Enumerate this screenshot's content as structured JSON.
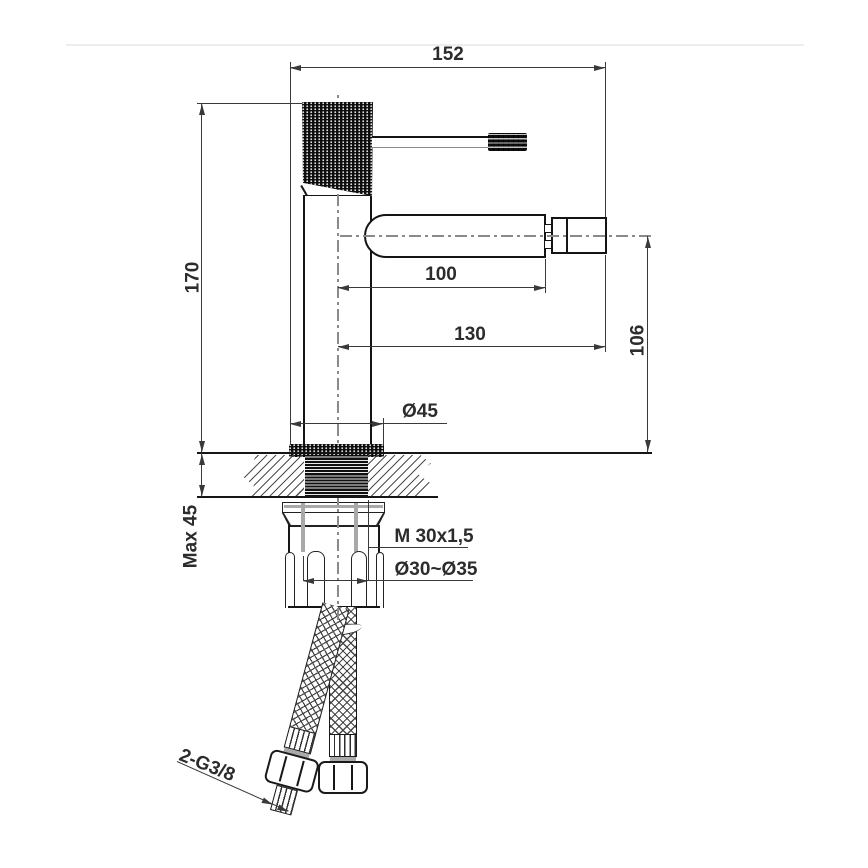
{
  "drawing": {
    "subject": "bidet-mixer-faucet-dimensional-drawing",
    "view": "side-elevation-with-installation-section"
  },
  "labels": {
    "overall_width": "152",
    "body_height": "170",
    "spout_center_reach": "100",
    "spout_total_reach": "130",
    "spout_height": "106",
    "base_diameter": "Ø45",
    "max_deck_thickness": "Max 45",
    "shank_thread": "M 30x1,5",
    "mounting_hole": "Ø30~Ø35",
    "hose_threads": "2-G3/8"
  },
  "colors": {
    "background": "#ffffff",
    "object_line": "#161616",
    "dimension_line": "#3a3a3a",
    "hidden_line_gray": "#a9a9a9",
    "text": "#2c2c2c"
  }
}
